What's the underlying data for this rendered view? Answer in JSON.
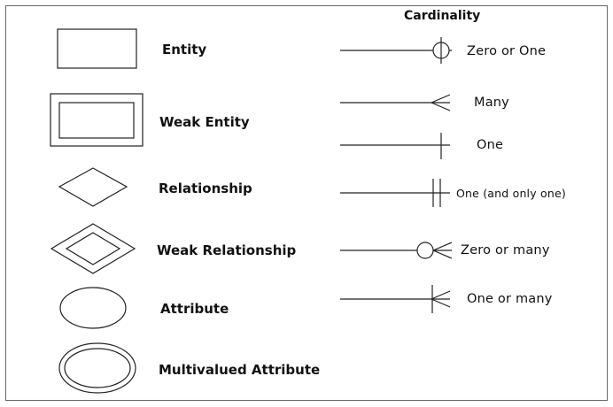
{
  "title": "Cardinality",
  "symbols": [
    {
      "label": "Entity"
    },
    {
      "label": "Weak Entity"
    },
    {
      "label": "Relationship"
    },
    {
      "label": "Weak Relationship"
    },
    {
      "label": "Attribute"
    },
    {
      "label": "Multivalued Attribute"
    }
  ],
  "cardinality": [
    {
      "label": "Zero or One"
    },
    {
      "label": "Many"
    },
    {
      "label": "One"
    },
    {
      "label": "One (and only one)"
    },
    {
      "label": "Zero or many"
    },
    {
      "label": "One or many"
    }
  ],
  "colors": {
    "stroke": "#222222",
    "border": "#666666"
  }
}
